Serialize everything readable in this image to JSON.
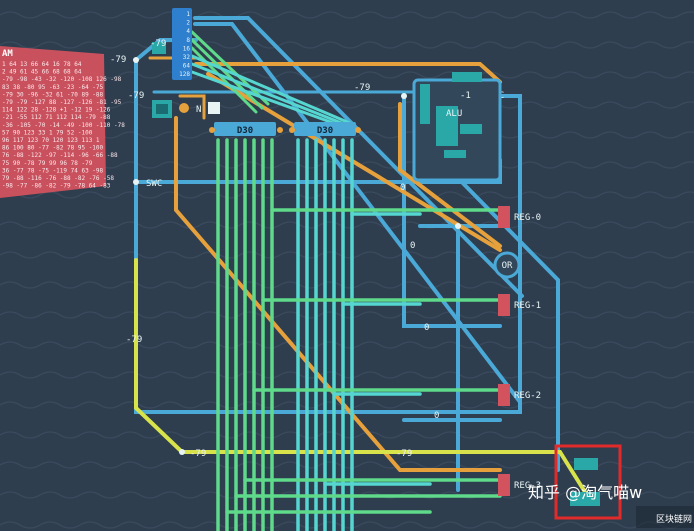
{
  "ram_panel": {
    "title": "AM",
    "rows": [
      "1  64 13  66 64 16  78 64",
      "2  49 61  45 66 68  68 64",
      "-79 -98 -43 -32 -120 -108 126 -98",
      "83 38 -80 95 -63 -23 -64 -75",
      "-79 30 -96 -32 61 -70 89 -88",
      "-79 -79 -127 88 -127 -126 -81 -95",
      "114 122 28 -128 +1 -12 19 -126",
      "-21 -55 112 71 112 114 -79 -88",
      "-36 -105 -70 -14 -49 -100 -110 -78",
      "57 90 123 33 1 79 52 -100",
      "96 117 123 70 120 123 113 1",
      "86 100 80 -77 -82 78 95 -100",
      "76 -88 -122 -97 -114 -96 -66 -88",
      "75 90 -78 79 99 96 78 -79",
      "36 -77 78 -75 -119 74 63 -98",
      "79 -88 -116 -76 -88 -82 -76 -58",
      "-98 -77 -86 -82 -79 -78 64 -83"
    ]
  },
  "wire_labels": {
    "top_left_79": "-79",
    "top_79": "-79",
    "left_79_79": "-79",
    "mid_79": "-79",
    "top_right_1": "-1",
    "zero_a": "0",
    "zero_b": "0",
    "zero_c": "0",
    "zero_d": "0",
    "left_vertical_79": "-79",
    "bottom_79_a": "-79",
    "bottom_79_b": "-79"
  },
  "input_ports": [
    "1",
    "2",
    "4",
    "8",
    "16",
    "32",
    "64",
    "128"
  ],
  "components": {
    "d30_a": "D30",
    "d30_b": "D30",
    "swc_top": "SWC",
    "swc_left": "SWC",
    "n_block": "N",
    "alu": "ALU",
    "or_gate": "OR",
    "reg_0": "REG-0",
    "reg_1": "REG-1",
    "reg_2": "REG-2",
    "reg_3": "REG-3"
  },
  "watermark": {
    "main": "知乎 @淘气喵w",
    "badge": "区块链网"
  },
  "colors": {
    "background": "#2f3e4f",
    "wire_blue": "#4aa9d6",
    "wire_green": "#5fd98a",
    "wire_cyan": "#56d6d0",
    "wire_orange": "#e6a13c",
    "wire_yellow": "#d8e24a",
    "ram_red": "#d2525e",
    "highlight_red": "#e12a2a"
  }
}
